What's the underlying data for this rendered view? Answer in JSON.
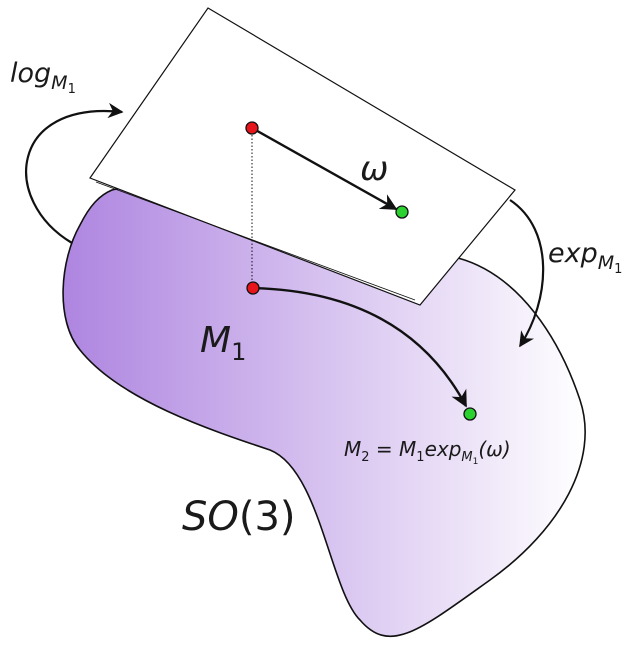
{
  "labels": {
    "log_main": "log",
    "log_sub": "M",
    "log_subsub": "1",
    "exp_main": "exp",
    "exp_sub": "M",
    "exp_subsub": "1",
    "omega": "ω",
    "m1_main": "M",
    "m1_sub": "1",
    "m2_lhs_main": "M",
    "m2_lhs_sub": "2",
    "m2_eq": " = ",
    "m2_rhs_m": "M",
    "m2_rhs_m_sub": "1",
    "m2_rhs_exp": "exp",
    "m2_rhs_exp_sub": "M",
    "m2_rhs_exp_subsub": "1",
    "m2_rhs_arg": "(ω)",
    "manifold_italic": "SO",
    "manifold_rest": "(3)"
  },
  "colors": {
    "manifold_left": "#ae85e0",
    "manifold_right": "#ffffff",
    "outline": "#111111",
    "point_red": "#e8141b",
    "point_green": "#2bd12f",
    "plane_fill": "#ffffff"
  },
  "icons": {
    "manifold": "so3-manifold-blob",
    "tangent_plane": "tangent-plane",
    "log_map": "curved-arrow-log",
    "exp_map": "curved-arrow-exp"
  }
}
